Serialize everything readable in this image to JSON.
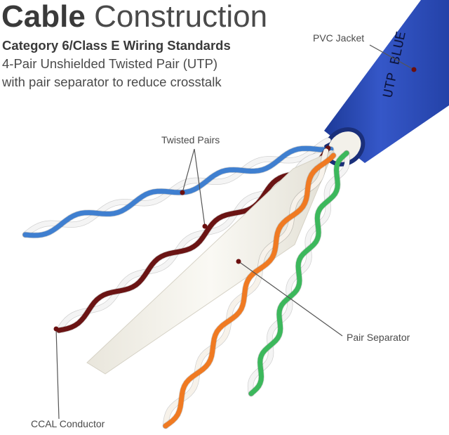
{
  "heading": {
    "bold": "Cable",
    "light": "Construction"
  },
  "subheading": "Category 6/Class E Wiring Standards",
  "description": {
    "line1": "4-Pair Unshielded Twisted Pair (UTP)",
    "line2": "with pair separator to reduce crosstalk"
  },
  "callouts": {
    "jacket": "PVC Jacket",
    "pairs": "Twisted Pairs",
    "separator": "Pair Separator",
    "conductor": "CCAL Conductor"
  },
  "jacket_print": "UTP BLUE",
  "colors": {
    "jacket": "#2c4fbe",
    "jacket_dark": "#1e3a96",
    "blue_wire": "#3f7fd0",
    "brown_wire": "#6b1414",
    "orange_wire": "#f07a22",
    "green_wire": "#3cb85c",
    "separator": "#f2f0e9",
    "leader": "#555555",
    "leader_dot": "#6b0f0f"
  }
}
